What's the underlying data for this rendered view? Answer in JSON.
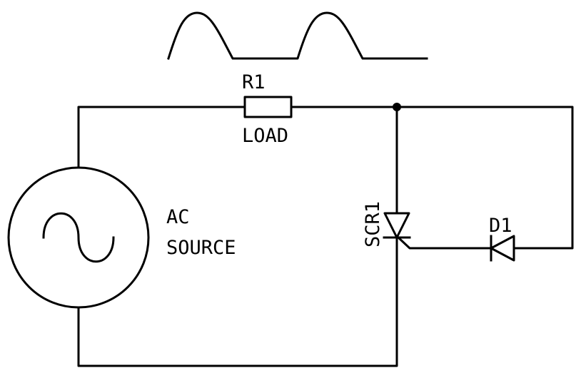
{
  "diagram": {
    "labels": {
      "resistor_ref": "R1",
      "resistor_value": "LOAD",
      "source_line1": "AC",
      "source_line2": "SOURCE",
      "scr_ref": "SCR1",
      "diode_ref": "D1"
    },
    "waveform": {
      "type": "half-wave rectified",
      "pulses": 2
    },
    "components": [
      {
        "ref": "R1",
        "type": "resistor",
        "value": "LOAD"
      },
      {
        "ref": "SCR1",
        "type": "thyristor"
      },
      {
        "ref": "D1",
        "type": "diode"
      },
      {
        "ref": "AC SOURCE",
        "type": "ac-voltage-source"
      }
    ],
    "colors": {
      "line": "#000000",
      "background": "#ffffff"
    }
  }
}
